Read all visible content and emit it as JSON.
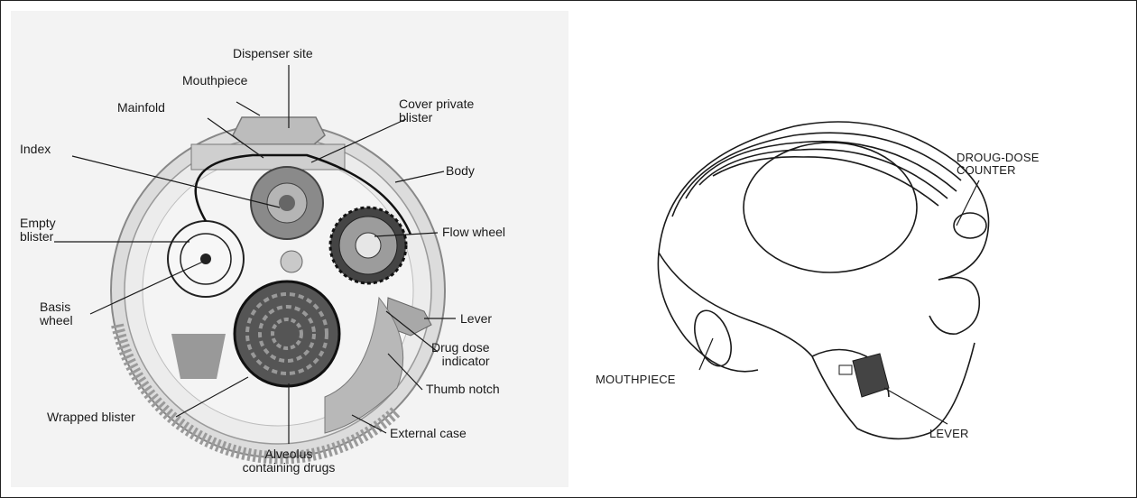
{
  "diagram_left": {
    "labels": {
      "dispenser_site": "Dispenser site",
      "mouthpiece": "Mouthpiece",
      "mainfold": "Mainfold",
      "cover_private_blister": "Cover private\nblister",
      "index": "Index",
      "body": "Body",
      "empty_blister": "Empty\nblister",
      "flow_wheel": "Flow wheel",
      "basis_wheel": "Basis\nwheel",
      "lever": "Lever",
      "drug_dose_indicator": "Drug dose\nindicator",
      "thumb_notch": "Thumb notch",
      "wrapped_blister": "Wrapped blister",
      "external_case": "External case",
      "alveolus_containing_drugs": "Alveolus\ncontaining drugs"
    }
  },
  "diagram_right": {
    "labels": {
      "droug_dose_counter": "DROUG-DOSE\nCOUNTER",
      "mouthpiece": "MOUTHPIECE",
      "lever": "LEVER"
    }
  }
}
